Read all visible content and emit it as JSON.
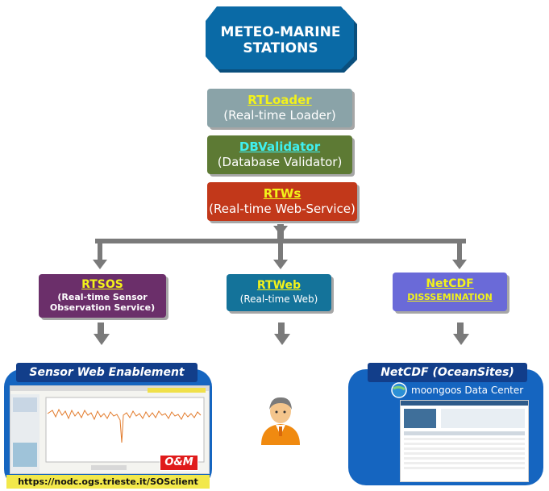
{
  "stations": {
    "line1": "METEO-MARINE",
    "line2": "STATIONS"
  },
  "pipeline": [
    {
      "title": "RTLoader",
      "subtitle": "(Real-time Loader)"
    },
    {
      "title": "DBValidator",
      "subtitle": "(Database Validator)"
    },
    {
      "title": "RTWs",
      "subtitle": "(Real-time Web-Service)"
    }
  ],
  "branches": [
    {
      "title": "RTSOS",
      "subtitle1": "(Real-time Sensor",
      "subtitle2": "Observation Service)"
    },
    {
      "title": "RTWeb",
      "subtitle1": "(Real-time Web)"
    },
    {
      "title": "NetCDF",
      "subtitle1": "DISSSEMINATION"
    }
  ],
  "outputs": {
    "sensor_web": {
      "title": "Sensor Web Enablement",
      "badge": "O&M",
      "url": "https://nodc.ogs.trieste.it/SOSclient"
    },
    "netcdf": {
      "title": "NetCDF (OceanSites)",
      "logo_text": "moongoos Data Center"
    }
  },
  "colors": {
    "stations": "#0a6aa6",
    "rtloader": "#8aa3a8",
    "dbvalidator": "#5d7a34",
    "rtws": "#c2381a",
    "rtsos": "#6b2f6a",
    "rtweb": "#14739a",
    "netcdf": "#6a6ad8",
    "panel": "#1565c0"
  },
  "icons": [
    "user-person-icon"
  ]
}
